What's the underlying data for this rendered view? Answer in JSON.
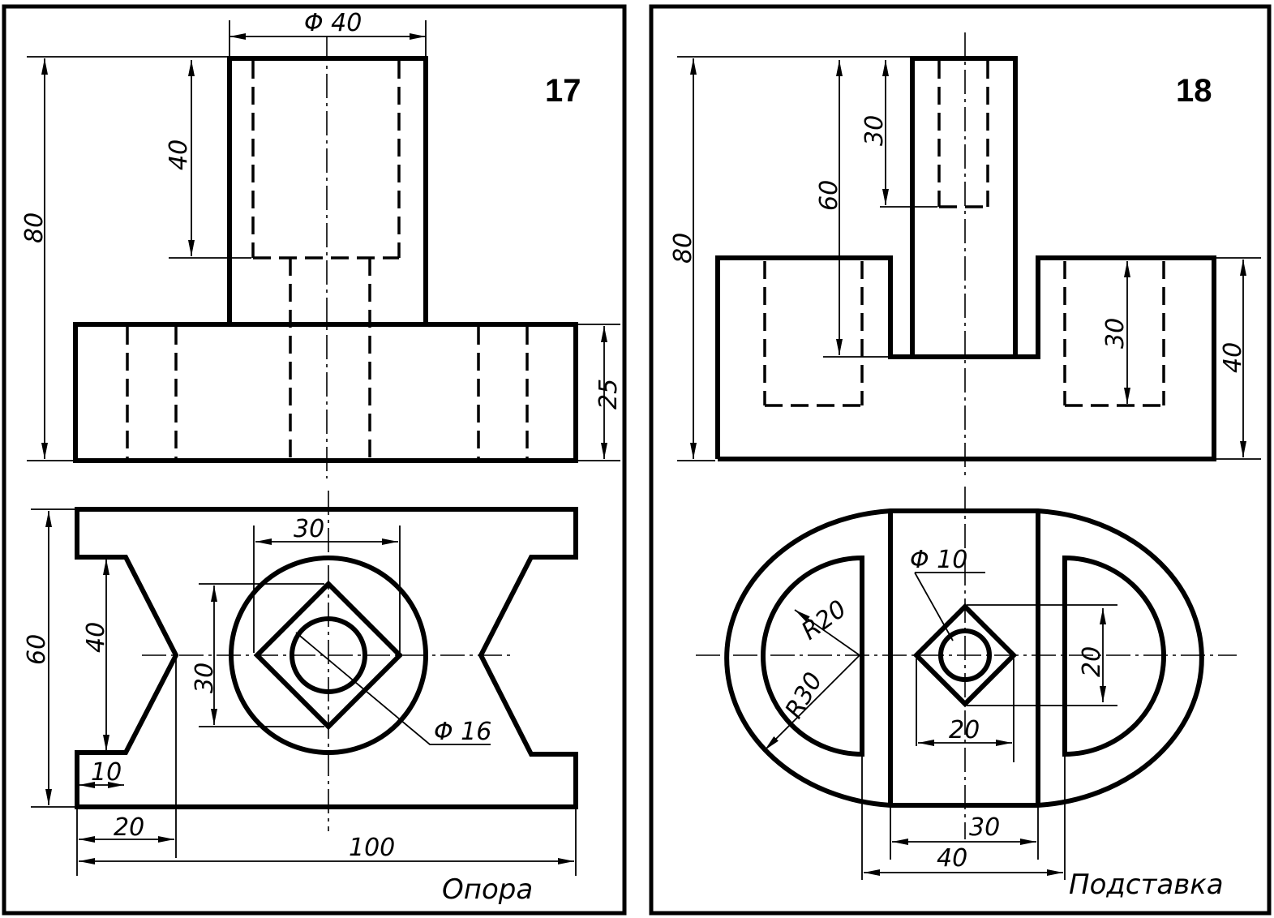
{
  "left_sheet": {
    "number": "17",
    "name": "Опора",
    "dims": {
      "d40": "Φ 40",
      "h40": "40",
      "h80": "80",
      "h25": "25",
      "w30": "30",
      "h30": "30",
      "h60": "60",
      "h40b": "40",
      "w10": "10",
      "w20": "20",
      "w100": "100",
      "d16": "Φ 16"
    }
  },
  "right_sheet": {
    "number": "18",
    "name": "Подставка",
    "dims": {
      "h30a": "30",
      "h60": "60",
      "h80": "80",
      "h30b": "30",
      "h40": "40",
      "d10": "Φ 10",
      "r20": "R20",
      "r30": "R30",
      "h20": "20",
      "w20": "20",
      "w30": "30",
      "w40": "40"
    }
  }
}
